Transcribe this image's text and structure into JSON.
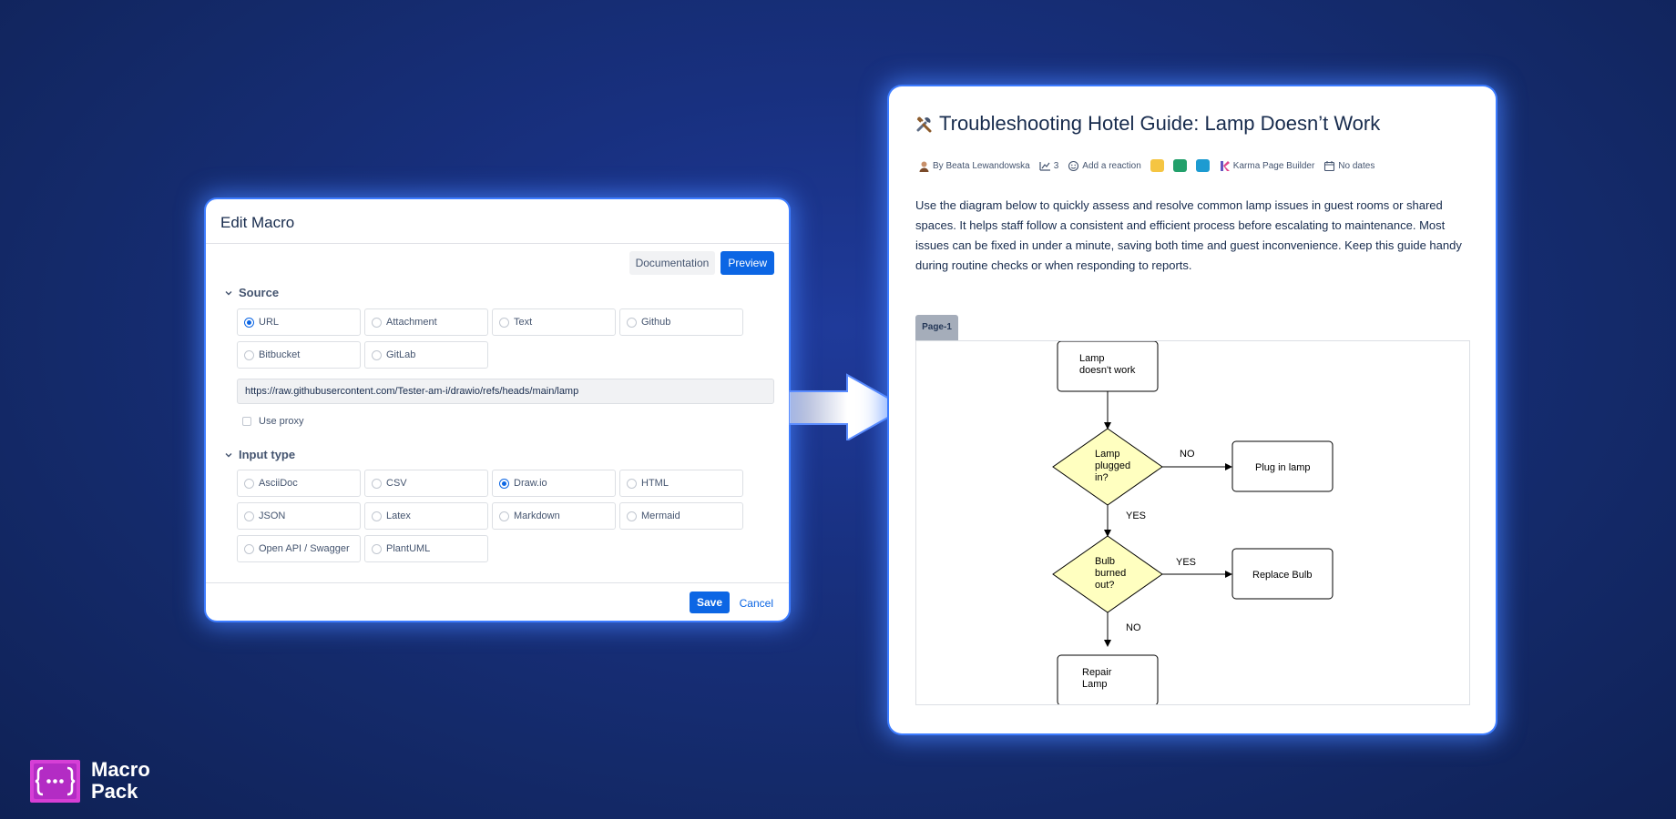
{
  "macro": {
    "title": "Edit Macro",
    "documentation_label": "Documentation",
    "preview_label": "Preview",
    "source_title": "Source",
    "source_options": [
      "URL",
      "Attachment",
      "Text",
      "Github",
      "Bitbucket",
      "GitLab"
    ],
    "source_selected": "URL",
    "url_value": "https://raw.githubusercontent.com/Tester-am-i/drawio/refs/heads/main/lamp",
    "proxy_label": "Use proxy",
    "proxy_checked": false,
    "input_title": "Input type",
    "input_options": [
      "AsciiDoc",
      "CSV",
      "Draw.io",
      "HTML",
      "JSON",
      "Latex",
      "Markdown",
      "Mermaid",
      "Open API / Swagger",
      "PlantUML"
    ],
    "input_selected": "Draw.io",
    "save_label": "Save",
    "cancel_label": "Cancel"
  },
  "page": {
    "title": "Troubleshooting Hotel Guide: Lamp Doesn’t Work",
    "title_icon": "tools-icon",
    "author": "By Beata Lewandowska",
    "views": "3",
    "reaction_label": "Add a reaction",
    "app_label": "Karma Page Builder",
    "dates_label": "No dates",
    "body": "Use the diagram below to quickly assess and resolve common lamp issues in guest rooms or shared spaces. It helps staff follow a consistent and efficient process before escalating to maintenance. Most issues can be fixed in under a minute, saving both time and guest inconvenience. Keep this guide handy during routine checks or when responding to reports.",
    "diagram_tab": "Page-1"
  },
  "diagram": {
    "start": [
      "Lamp",
      "doesn't work"
    ],
    "q1": [
      "Lamp",
      "plugged",
      "in?"
    ],
    "q1_no": "NO",
    "q1_yes": "YES",
    "a1": "Plug in lamp",
    "q2": [
      "Bulb",
      "burned",
      "out?"
    ],
    "q2_yes": "YES",
    "q2_no": "NO",
    "a2": "Replace Bulb",
    "end": [
      "Repair",
      "Lamp"
    ]
  },
  "logo": {
    "line1": "Macro",
    "line2": "Pack"
  },
  "colors": {
    "accent": "#0c66e4",
    "background": "#142a6a",
    "glow": "#3d7cff",
    "decision_fill": "#ffffc0"
  }
}
